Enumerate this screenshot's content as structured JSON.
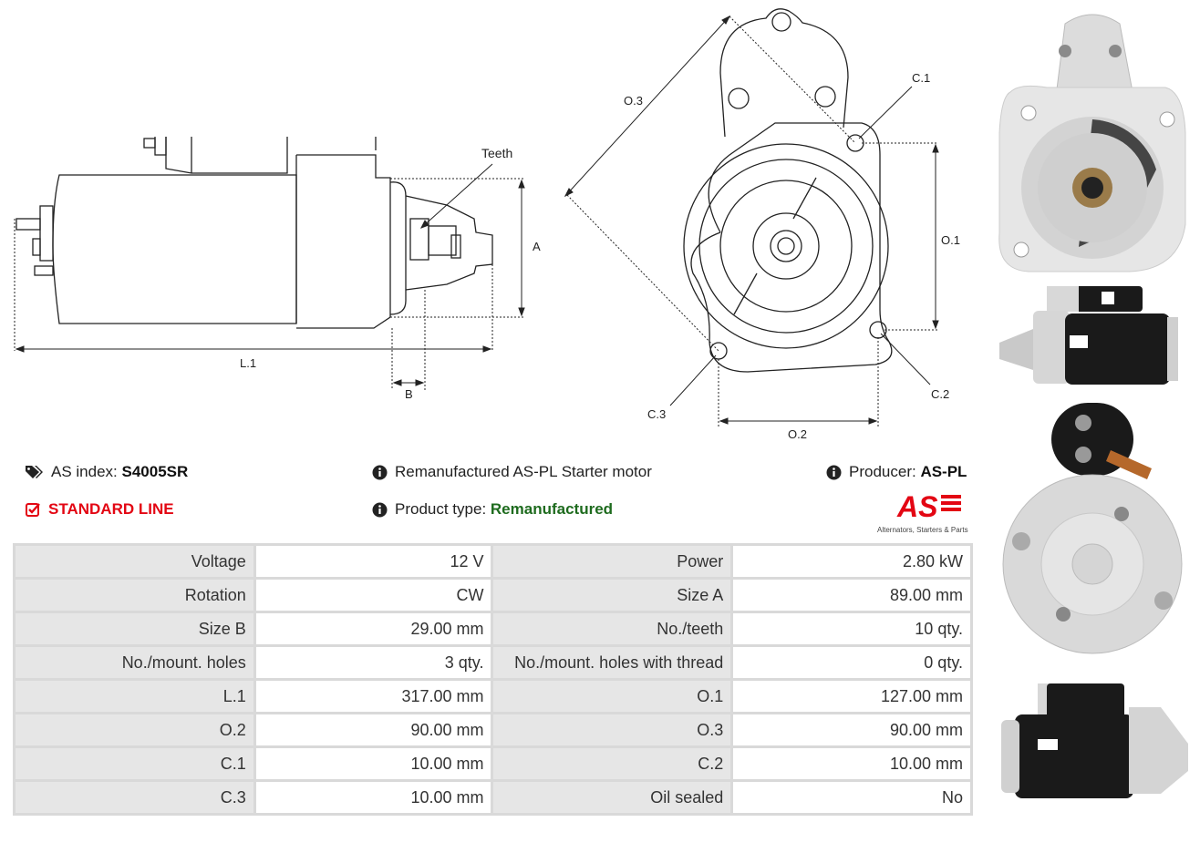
{
  "drawing": {
    "side_labels": {
      "teeth": "Teeth",
      "a": "A",
      "b": "B",
      "l1": "L.1"
    },
    "front_labels": {
      "o1": "O.1",
      "o2": "O.2",
      "o3": "O.3",
      "c1": "C.1",
      "c2": "C.2",
      "c3": "C.3"
    }
  },
  "info": {
    "as_index_label": "AS index:",
    "as_index_value": "S4005SR",
    "line": "STANDARD LINE",
    "description": "Remanufactured AS-PL Starter motor",
    "product_type_label": "Product type:",
    "product_type_value": "Remanufactured",
    "producer_label": "Producer:",
    "producer_value": "AS-PL"
  },
  "logo": {
    "text": "AS",
    "tagline": "Alternators, Starters & Parts"
  },
  "specs": [
    [
      {
        "k": "Voltage",
        "v": "12 V"
      },
      {
        "k": "Power",
        "v": "2.80 kW"
      }
    ],
    [
      {
        "k": "Rotation",
        "v": "CW"
      },
      {
        "k": "Size A",
        "v": "89.00 mm"
      }
    ],
    [
      {
        "k": "Size B",
        "v": "29.00 mm"
      },
      {
        "k": "No./teeth",
        "v": "10 qty."
      }
    ],
    [
      {
        "k": "No./mount. holes",
        "v": "3 qty."
      },
      {
        "k": "No./mount. holes with thread",
        "v": "0 qty."
      }
    ],
    [
      {
        "k": "L.1",
        "v": "317.00 mm"
      },
      {
        "k": "O.1",
        "v": "127.00 mm"
      }
    ],
    [
      {
        "k": "O.2",
        "v": "90.00 mm"
      },
      {
        "k": "O.3",
        "v": "90.00 mm"
      }
    ],
    [
      {
        "k": "C.1",
        "v": "10.00 mm"
      },
      {
        "k": "C.2",
        "v": "10.00 mm"
      }
    ],
    [
      {
        "k": "C.3",
        "v": "10.00 mm"
      },
      {
        "k": "Oil sealed",
        "v": "No"
      }
    ]
  ],
  "colors": {
    "brand_red": "#e30613",
    "green": "#1e6b1e",
    "table_border": "#d9d9d9",
    "key_bg": "#e6e6e6"
  }
}
